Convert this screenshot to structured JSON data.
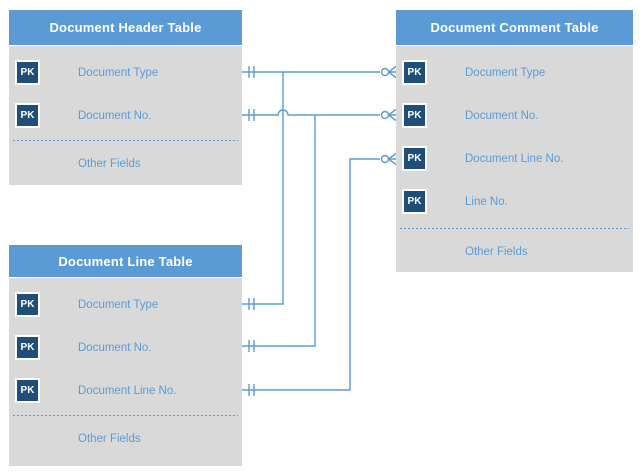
{
  "colors": {
    "table_header_bg": "#5B9BD5",
    "table_body_bg": "#D9D9D9",
    "pk_badge_bg": "#1F4E79",
    "field_text": "#5B9BD5",
    "title_text": "#FFFFFF",
    "connector": "#5B9BD5"
  },
  "tables": [
    {
      "title": "Document Header Table",
      "fields": [
        {
          "key": "PK",
          "label": "Document Type"
        },
        {
          "key": "PK",
          "label": "Document No."
        }
      ],
      "other_fields_label": "Other Fields"
    },
    {
      "title": "Document Comment Table",
      "fields": [
        {
          "key": "PK",
          "label": "Document Type"
        },
        {
          "key": "PK",
          "label": "Document No."
        },
        {
          "key": "PK",
          "label": "Document Line No."
        },
        {
          "key": "PK",
          "label": "Line No."
        }
      ],
      "other_fields_label": "Other Fields"
    },
    {
      "title": "Document Line Table",
      "fields": [
        {
          "key": "PK",
          "label": "Document Type"
        },
        {
          "key": "PK",
          "label": "Document No."
        },
        {
          "key": "PK",
          "label": "Document Line No."
        }
      ],
      "other_fields_label": "Other Fields"
    }
  ],
  "relationships": [
    {
      "field": "Document Type",
      "endpoints": [
        {
          "table": "Document Header Table",
          "cardinality": "one"
        },
        {
          "table": "Document Line Table",
          "cardinality": "one"
        },
        {
          "table": "Document Comment Table",
          "cardinality": "zero-or-many"
        }
      ]
    },
    {
      "field": "Document No.",
      "endpoints": [
        {
          "table": "Document Header Table",
          "cardinality": "one"
        },
        {
          "table": "Document Line Table",
          "cardinality": "one"
        },
        {
          "table": "Document Comment Table",
          "cardinality": "zero-or-many"
        }
      ]
    },
    {
      "field": "Document Line No.",
      "endpoints": [
        {
          "table": "Document Line Table",
          "cardinality": "one"
        },
        {
          "table": "Document Comment Table",
          "cardinality": "zero-or-many"
        }
      ]
    }
  ]
}
